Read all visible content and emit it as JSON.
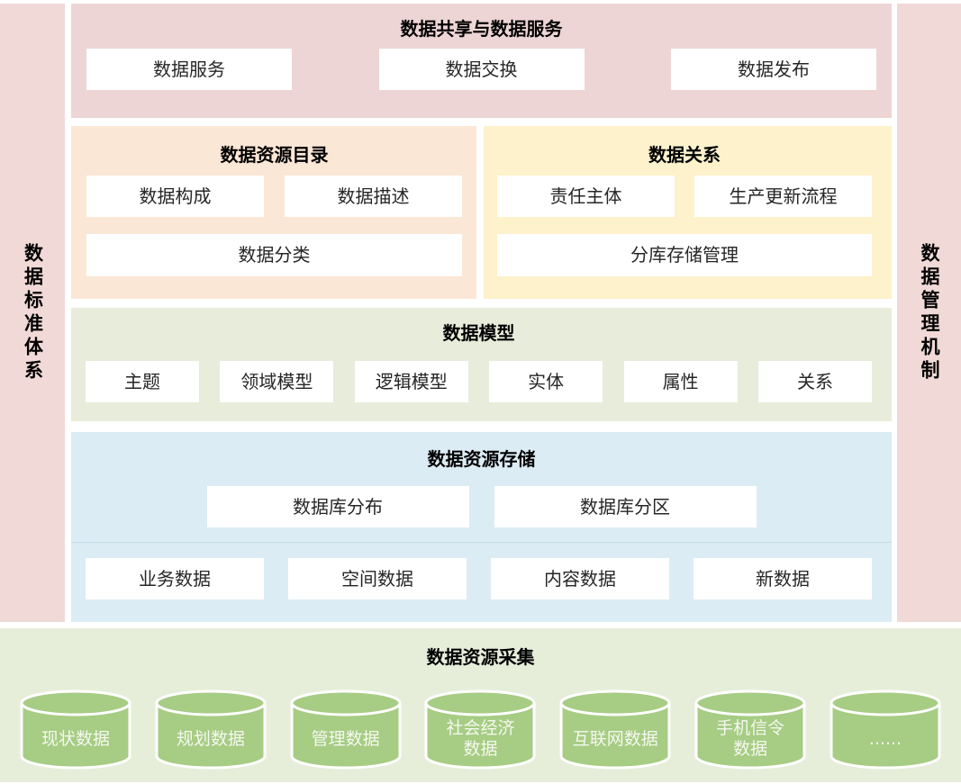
{
  "left_sidebar": {
    "label": "数据标准体系"
  },
  "right_sidebar": {
    "label": "数据管理机制"
  },
  "sections": {
    "sharing": {
      "title": "数据共享与数据服务",
      "items": [
        "数据服务",
        "数据交换",
        "数据发布"
      ]
    },
    "catalog": {
      "title": "数据资源目录",
      "row1": [
        "数据构成",
        "数据描述"
      ],
      "row2": [
        "数据分类"
      ]
    },
    "relations": {
      "title": "数据关系",
      "row1": [
        "责任主体",
        "生产更新流程"
      ],
      "row2": [
        "分库存储管理"
      ]
    },
    "model": {
      "title": "数据模型",
      "items": [
        "主题",
        "领域模型",
        "逻辑模型",
        "实体",
        "属性",
        "关系"
      ]
    },
    "storage": {
      "title": "数据资源存储",
      "row1": [
        "数据库分布",
        "数据库分区"
      ],
      "row2": [
        "业务数据",
        "空间数据",
        "内容数据",
        "新数据"
      ]
    },
    "collection": {
      "title": "数据资源采集",
      "cylinders": [
        "现状数据",
        "规划数据",
        "管理数据",
        "社会经济\n数据",
        "互联网数据",
        "手机信令\n数据",
        "......"
      ]
    }
  },
  "colors": {
    "sidebar-pink": "#f0d9d7",
    "sharing-pink": "#eed5d5",
    "catalog-peach": "#fbe7d6",
    "relations-yellow": "#fdf2cb",
    "model-green": "#e8ecda",
    "storage-blue": "#dcecf4",
    "storage-divider": "#c3dce6",
    "collection-green": "#e6eeda",
    "cylinder-green": "#a7cc84",
    "cylinder-text": "#f4f8ee",
    "box-bg": "#ffffff",
    "title-text": "#000000",
    "box-text": "#262626"
  }
}
